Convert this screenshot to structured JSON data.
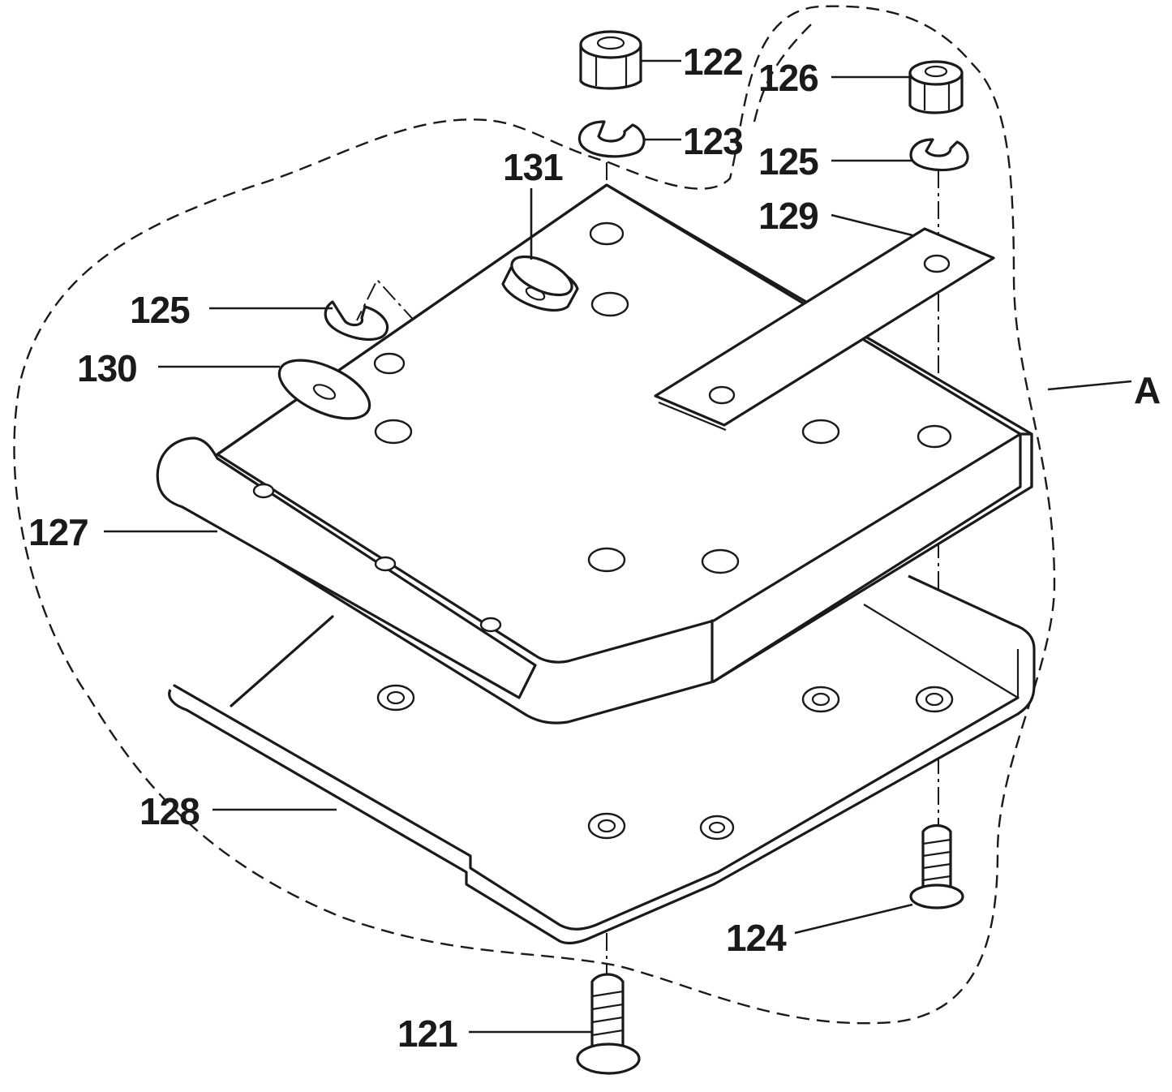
{
  "diagram": {
    "labels": {
      "p121": "121",
      "p122": "122",
      "p123": "123",
      "p124": "124",
      "p125_top": "125",
      "p125_left": "125",
      "p126": "126",
      "p127": "127",
      "p128": "128",
      "p129": "129",
      "p130": "130",
      "p131": "131",
      "group_a": "A"
    }
  }
}
